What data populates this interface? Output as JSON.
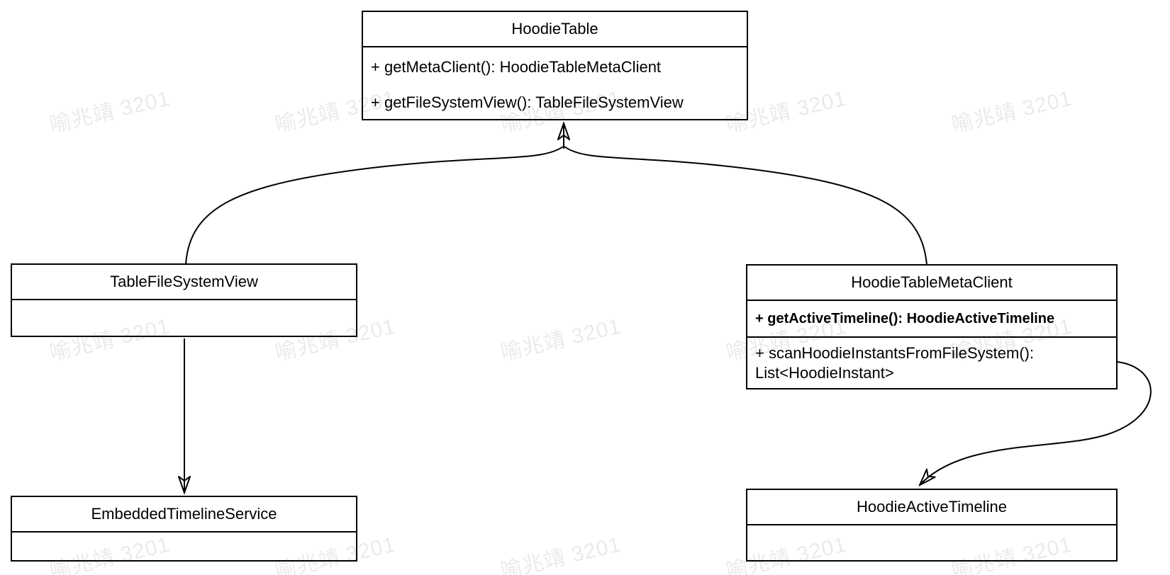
{
  "watermark": {
    "text": "喻兆靖 3201"
  },
  "colors": {
    "stroke": "#000000",
    "background": "#ffffff",
    "watermark_gray": "#ebebeb"
  },
  "classes": {
    "hoodieTable": {
      "name": "HoodieTable",
      "methods": {
        "getMetaClient": "+ getMetaClient(): HoodieTableMetaClient",
        "getFileSystemView": "+ getFileSystemView(): TableFileSystemView"
      }
    },
    "tableFileSystemView": {
      "name": "TableFileSystemView"
    },
    "hoodieTableMetaClient": {
      "name": "HoodieTableMetaClient",
      "methods": {
        "getActiveTimeline": "+ getActiveTimeline(): HoodieActiveTimeline",
        "scanHoodieInstantsFromFileSystem": "+ scanHoodieInstantsFromFileSystem(): List<HoodieInstant>"
      }
    },
    "embeddedTimelineService": {
      "name": "EmbeddedTimelineService"
    },
    "hoodieActiveTimeline": {
      "name": "HoodieActiveTimeline"
    }
  }
}
